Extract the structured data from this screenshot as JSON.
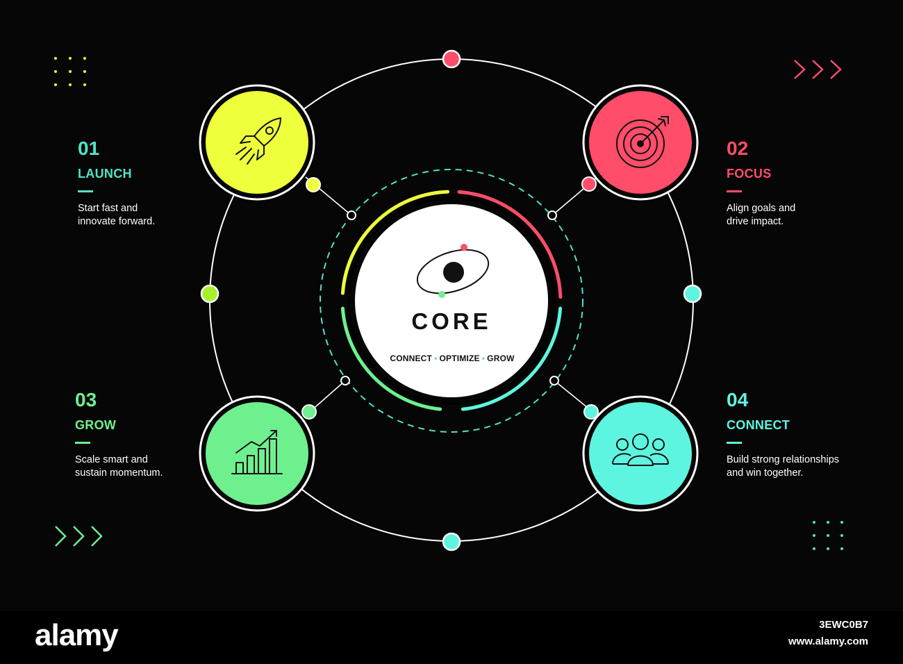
{
  "core": {
    "title": "CORE",
    "tagline": [
      "CONNECT",
      "OPTIMIZE",
      "GROW"
    ],
    "separator": "•"
  },
  "steps": [
    {
      "number": "01",
      "name": "LAUNCH",
      "description": "Start fast and\ninnovate forward.",
      "color": "#4fe4c8",
      "icon": "rocket-icon",
      "circle_color": "#eeff3c"
    },
    {
      "number": "02",
      "name": "FOCUS",
      "description": "Align goals and\ndrive impact.",
      "color": "#ff4d6a",
      "icon": "target-icon",
      "circle_color": "#ff4d6a"
    },
    {
      "number": "03",
      "name": "GROW",
      "description": "Scale smart and\nsustain momentum.",
      "color": "#6ef08f",
      "icon": "growth-chart-icon",
      "circle_color": "#6ef08f"
    },
    {
      "number": "04",
      "name": "CONNECT",
      "description": "Build strong relationships\nand win together.",
      "color": "#5ef5e0",
      "icon": "team-icon",
      "circle_color": "#5ef5e0"
    }
  ],
  "colors": {
    "background": "#060606",
    "yellow": "#eeff3c",
    "pink": "#ff4d6a",
    "green": "#6ef08f",
    "cyan": "#5ef5e0",
    "dashed_ring": "#4fe4c8"
  },
  "watermark": {
    "brand": "alamy",
    "image_id": "3EWC0B7",
    "site": "www.alamy.com"
  }
}
